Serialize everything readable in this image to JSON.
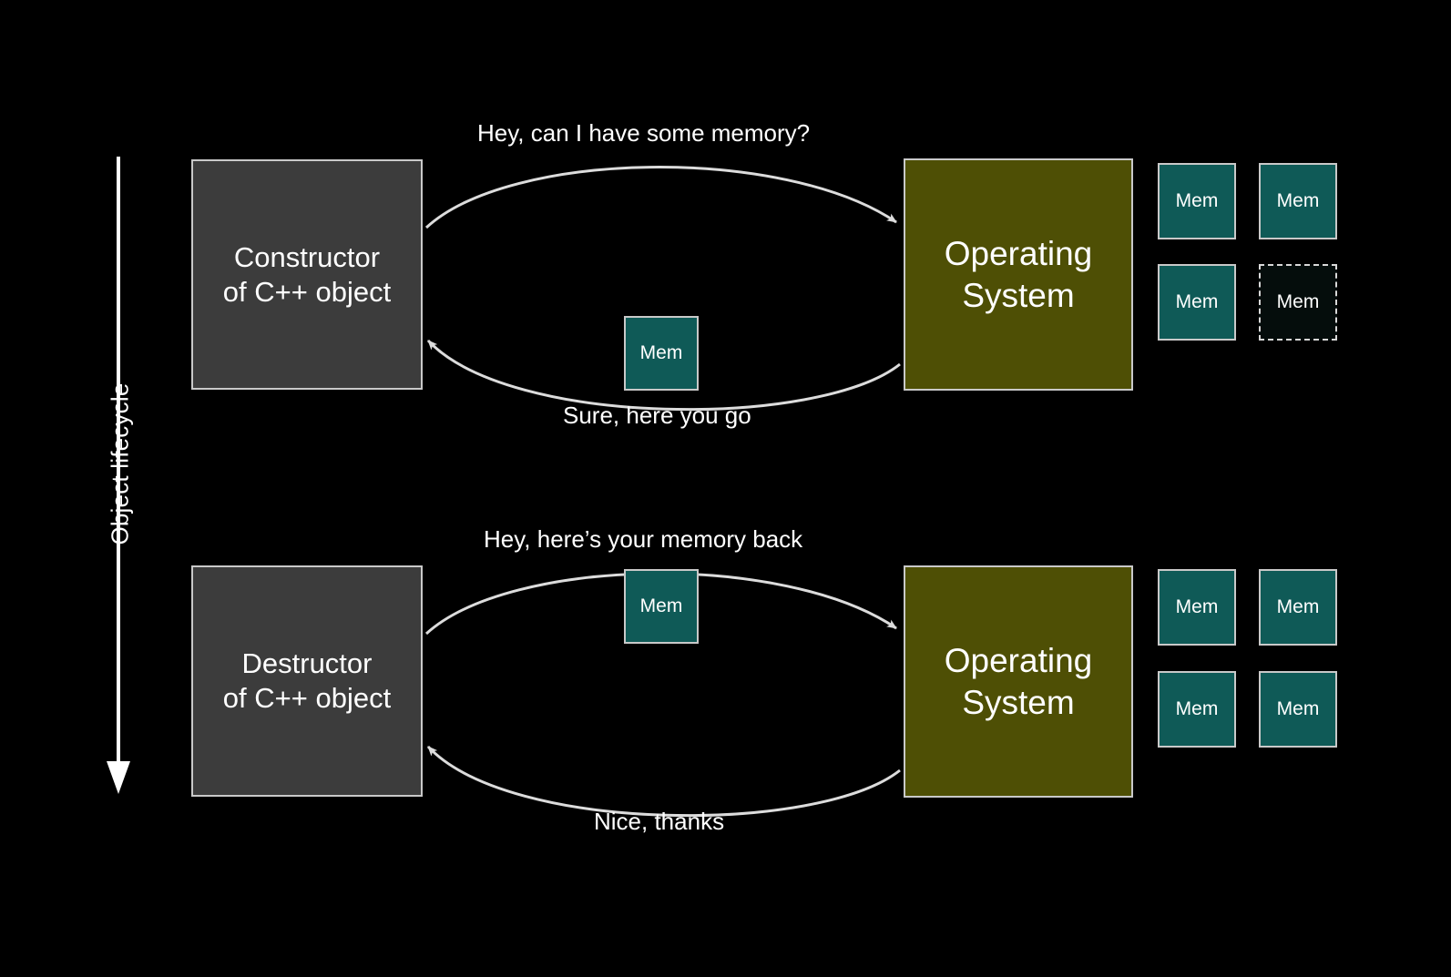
{
  "slide": {
    "background_color": "#000000",
    "axis": {
      "label": "Object lifecycle",
      "direction": "down"
    },
    "colors": {
      "process_box": "#3c3c3c",
      "os_box": "#4e4f05",
      "memory_block": "#0f5a57",
      "memory_block_free": "#050d0c",
      "stroke": "#c9c9c9",
      "text": "#ffffff"
    }
  },
  "phases": [
    {
      "id": "construction",
      "actor": {
        "line1": "Constructor",
        "line2": "of C++ object"
      },
      "system": {
        "line1": "Operating",
        "line2": "System"
      },
      "request_caption": "Hey, can I have some memory?",
      "response_caption": "Sure, here you go",
      "floating_memory": "Mem",
      "memory_pool": [
        {
          "label": "Mem",
          "state": "allocated"
        },
        {
          "label": "Mem",
          "state": "allocated"
        },
        {
          "label": "Mem",
          "state": "allocated"
        },
        {
          "label": "Mem",
          "state": "free"
        }
      ]
    },
    {
      "id": "destruction",
      "actor": {
        "line1": "Destructor",
        "line2": "of C++ object"
      },
      "system": {
        "line1": "Operating",
        "line2": "System"
      },
      "request_caption": "Hey, here’s your memory back",
      "response_caption": "Nice, thanks",
      "floating_memory": "Mem",
      "memory_pool": [
        {
          "label": "Mem",
          "state": "allocated"
        },
        {
          "label": "Mem",
          "state": "allocated"
        },
        {
          "label": "Mem",
          "state": "allocated"
        },
        {
          "label": "Mem",
          "state": "allocated"
        }
      ]
    }
  ]
}
